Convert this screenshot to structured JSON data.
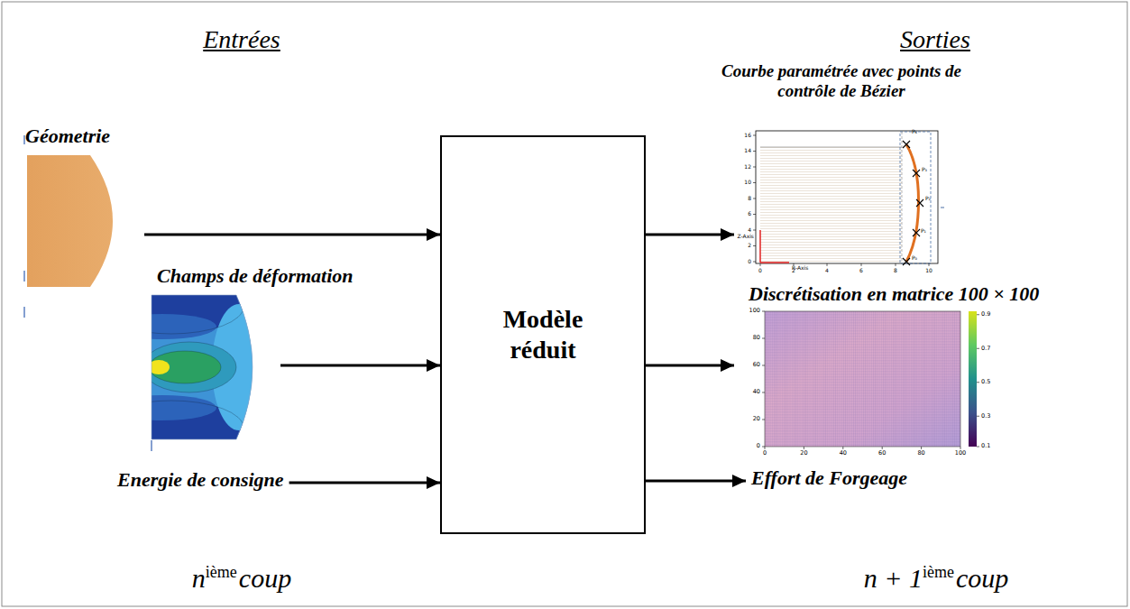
{
  "diagram": {
    "nodes": [
      {
        "text": [
          "Géometrie"
        ]
      },
      {
        "text": [
          "Champs de déformation"
        ]
      },
      {
        "text": [
          "Energie de consigne"
        ]
      },
      {
        "text": [
          "Modèle réduit"
        ]
      },
      {
        "text": [
          "Courbe paramétrée avec points de contrôle de Bézier"
        ]
      },
      {
        "text": [
          "Discrétisation en matrice 100 × 100"
        ]
      },
      {
        "text": [
          "Effort de Forgeage"
        ]
      }
    ],
    "edges": [
      {
        "from": 0,
        "to": 3,
        "arrow": "to"
      },
      {
        "from": 1,
        "to": 3,
        "arrow": "to"
      },
      {
        "from": 2,
        "to": 3,
        "arrow": "to"
      },
      {
        "from": 3,
        "to": 4,
        "arrow": "to"
      },
      {
        "from": 3,
        "to": 5,
        "arrow": "to"
      },
      {
        "from": 3,
        "to": 6,
        "arrow": "to"
      }
    ],
    "labels": [
      "Entrées",
      "Sorties",
      "n",
      "ième",
      "coup",
      "n + 1",
      "ième",
      "coup",
      "0",
      "2",
      "4",
      "6",
      "8",
      "10",
      "12",
      "14",
      "16",
      "0",
      "2",
      "4",
      "6",
      "8",
      "10",
      "Z-Axis",
      "R-Axis",
      "P₀",
      "P₁",
      "P₂",
      "P₃",
      "P₄",
      "0",
      "20",
      "40",
      "60",
      "80",
      "100",
      "0",
      "20",
      "40",
      "60",
      "80",
      "100",
      "0.9",
      "0.7",
      "0.5",
      "0.3",
      "0.1"
    ]
  }
}
